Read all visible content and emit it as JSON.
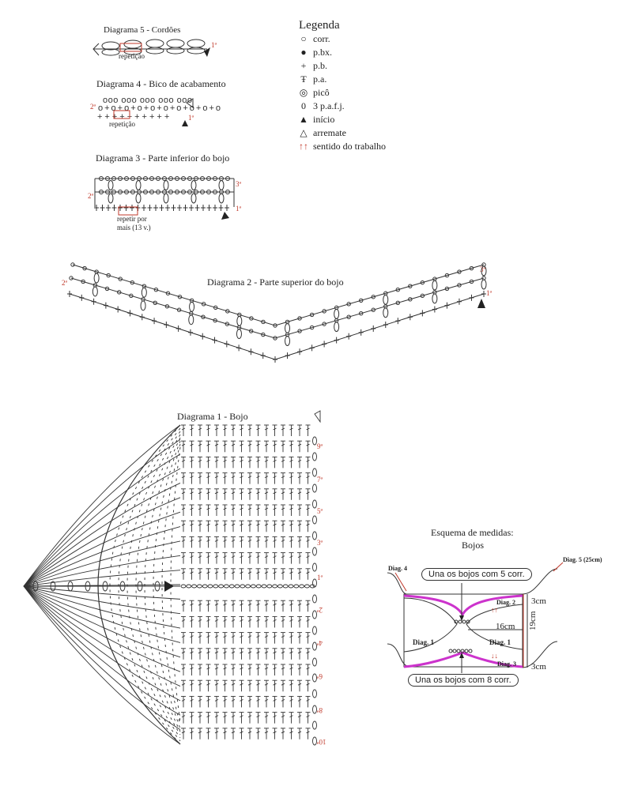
{
  "diagram5": {
    "title": "Diagrama 5 - Cordões",
    "repeat": "repetição",
    "row1": "1ª"
  },
  "diagram4": {
    "title": "Diagrama 4 - Bico de acabamento",
    "repeat": "repetição",
    "row1": "1ª",
    "row2": "2ª"
  },
  "diagram3": {
    "title": "Diagrama 3 - Parte inferior do bojo",
    "repeat": "repetir por mais (13 v.)",
    "row1": "1ª",
    "row2": "2ª",
    "row3": "3ª"
  },
  "diagram2": {
    "title": "Diagrama 2 - Parte superior do bojo",
    "row1": "1ª",
    "row2": "2ª",
    "row3": "3ª"
  },
  "diagram1": {
    "title": "Diagrama 1 - Bojo",
    "row_labels_top": [
      "9ª",
      "7ª",
      "5ª",
      "3ª",
      "1ª"
    ],
    "row_labels_bottom": [
      "2ª",
      "4ª",
      "6ª",
      "8ª",
      "10ª"
    ]
  },
  "legend": {
    "title": "Legenda",
    "items": [
      {
        "symbol": "○",
        "label": "corr."
      },
      {
        "symbol": "●",
        "label": "p.bx."
      },
      {
        "symbol": "+",
        "label": "p.b."
      },
      {
        "symbol": "Ŧ",
        "label": "p.a."
      },
      {
        "symbol": "◎",
        "label": "picô"
      },
      {
        "symbol": "0",
        "label": "3 p.a.f.j."
      },
      {
        "symbol": "▲",
        "label": "início"
      },
      {
        "symbol": "△",
        "label": "arremate"
      },
      {
        "symbol": "↑↑",
        "label": "sentido do trabalho"
      }
    ]
  },
  "scheme": {
    "title_line1": "Esquema de medidas:",
    "title_line2": "Bojos",
    "join_top": "Una os bojos com 5 corr.",
    "join_bottom": "Una os bojos com 8 corr.",
    "diag4": "Diag. 4",
    "diag5": "Diag. 5 (25cm)",
    "diag2": "Diag. 2",
    "diag3": "Diag. 3",
    "diag1_left": "Diag. 1",
    "diag1_right": "Diag. 1",
    "m_top": "3cm",
    "m_bottom": "3cm",
    "m_width": "16cm",
    "m_height": "19cm"
  },
  "colors": {
    "accent": "#c0392b",
    "magenta": "#cc33cc",
    "ink": "#222222"
  }
}
